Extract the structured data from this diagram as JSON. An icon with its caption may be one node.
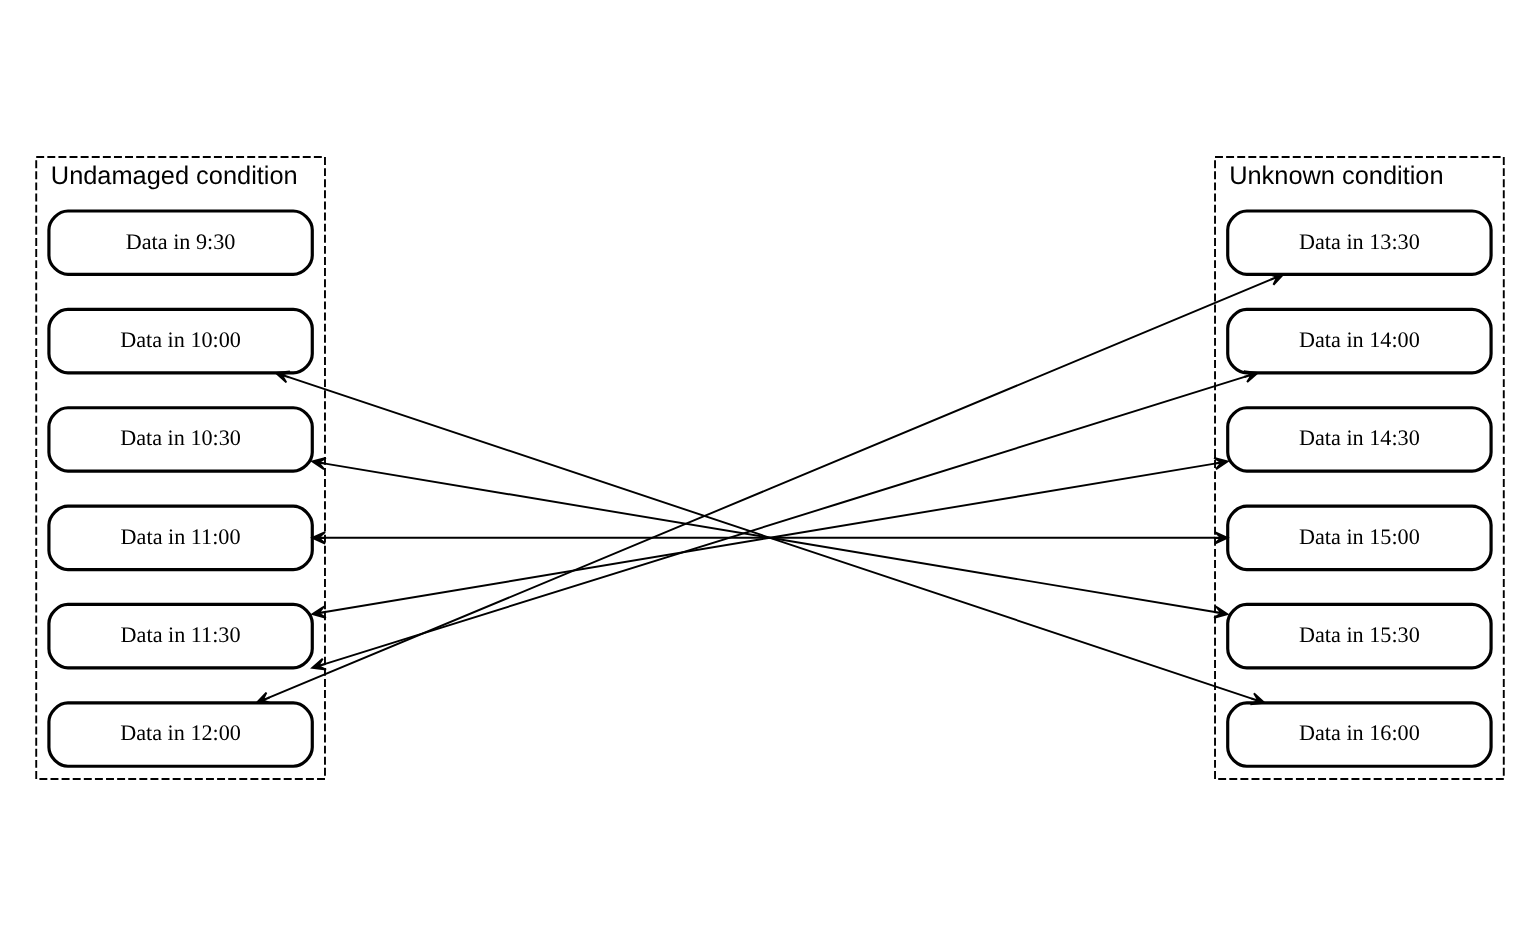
{
  "diagram": {
    "nodes": [
      {
        "text": [
          "Undamaged condition"
        ]
      },
      {
        "text": [
          "Data in 9:30"
        ],
        "in": 0
      },
      {
        "text": [
          "Data in 10:00"
        ],
        "in": 0
      },
      {
        "text": [
          "Data in 10:30"
        ],
        "in": 0
      },
      {
        "text": [
          "Data in 11:00"
        ],
        "in": 0
      },
      {
        "text": [
          "Data in 11:30"
        ],
        "in": 0
      },
      {
        "text": [
          "Data in 12:00"
        ],
        "in": 0
      },
      {
        "text": [
          "Unknown condition"
        ]
      },
      {
        "text": [
          "Data in 13:30"
        ],
        "in": 7
      },
      {
        "text": [
          "Data in 14:00"
        ],
        "in": 7
      },
      {
        "text": [
          "Data in 14:30"
        ],
        "in": 7
      },
      {
        "text": [
          "Data in 15:00"
        ],
        "in": 7
      },
      {
        "text": [
          "Data in 15:30"
        ],
        "in": 7
      },
      {
        "text": [
          "Data in 16:00"
        ],
        "in": 7
      }
    ],
    "edges": [
      {
        "from": 2,
        "to": 13,
        "arrow": "both"
      },
      {
        "from": 3,
        "to": 12,
        "arrow": "both"
      },
      {
        "from": 4,
        "to": 11,
        "arrow": "both"
      },
      {
        "from": 5,
        "to": 10,
        "arrow": "both"
      },
      {
        "from": 5,
        "to": 9,
        "arrow": "both"
      },
      {
        "from": 6,
        "to": 8,
        "arrow": "both"
      }
    ]
  }
}
